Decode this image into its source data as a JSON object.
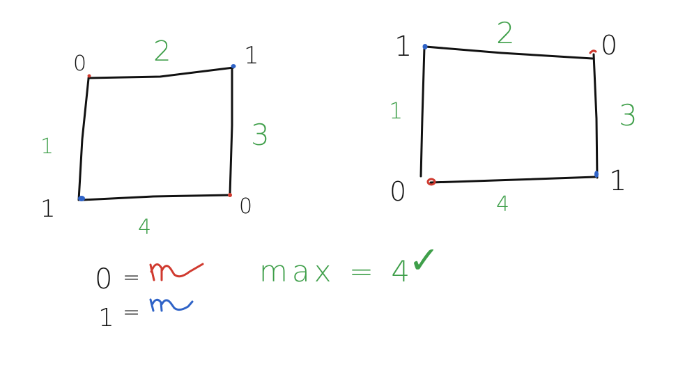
{
  "colors": {
    "ink": "#111111",
    "label_green": "#3f9f4a",
    "state_0_red": "#d03a2f",
    "state_1_blue": "#2f63c7",
    "background": "#ffffff"
  },
  "diagram_left": {
    "corner_top_left": "0",
    "corner_top_right": "1",
    "corner_bottom_right": "0",
    "corner_bottom_left": "1",
    "edge_top": "2",
    "edge_right": "3",
    "edge_bottom": "4",
    "edge_left": "1"
  },
  "diagram_right": {
    "corner_top_left": "1",
    "corner_top_right": "0",
    "corner_bottom_right": "1",
    "corner_bottom_left": "0",
    "edge_top": "2",
    "edge_right": "3",
    "edge_bottom": "4",
    "edge_left": "1"
  },
  "legend": {
    "zero_key": "0",
    "one_key": "1",
    "equals": "="
  },
  "result": {
    "text": "max = 4",
    "check": "✓"
  }
}
